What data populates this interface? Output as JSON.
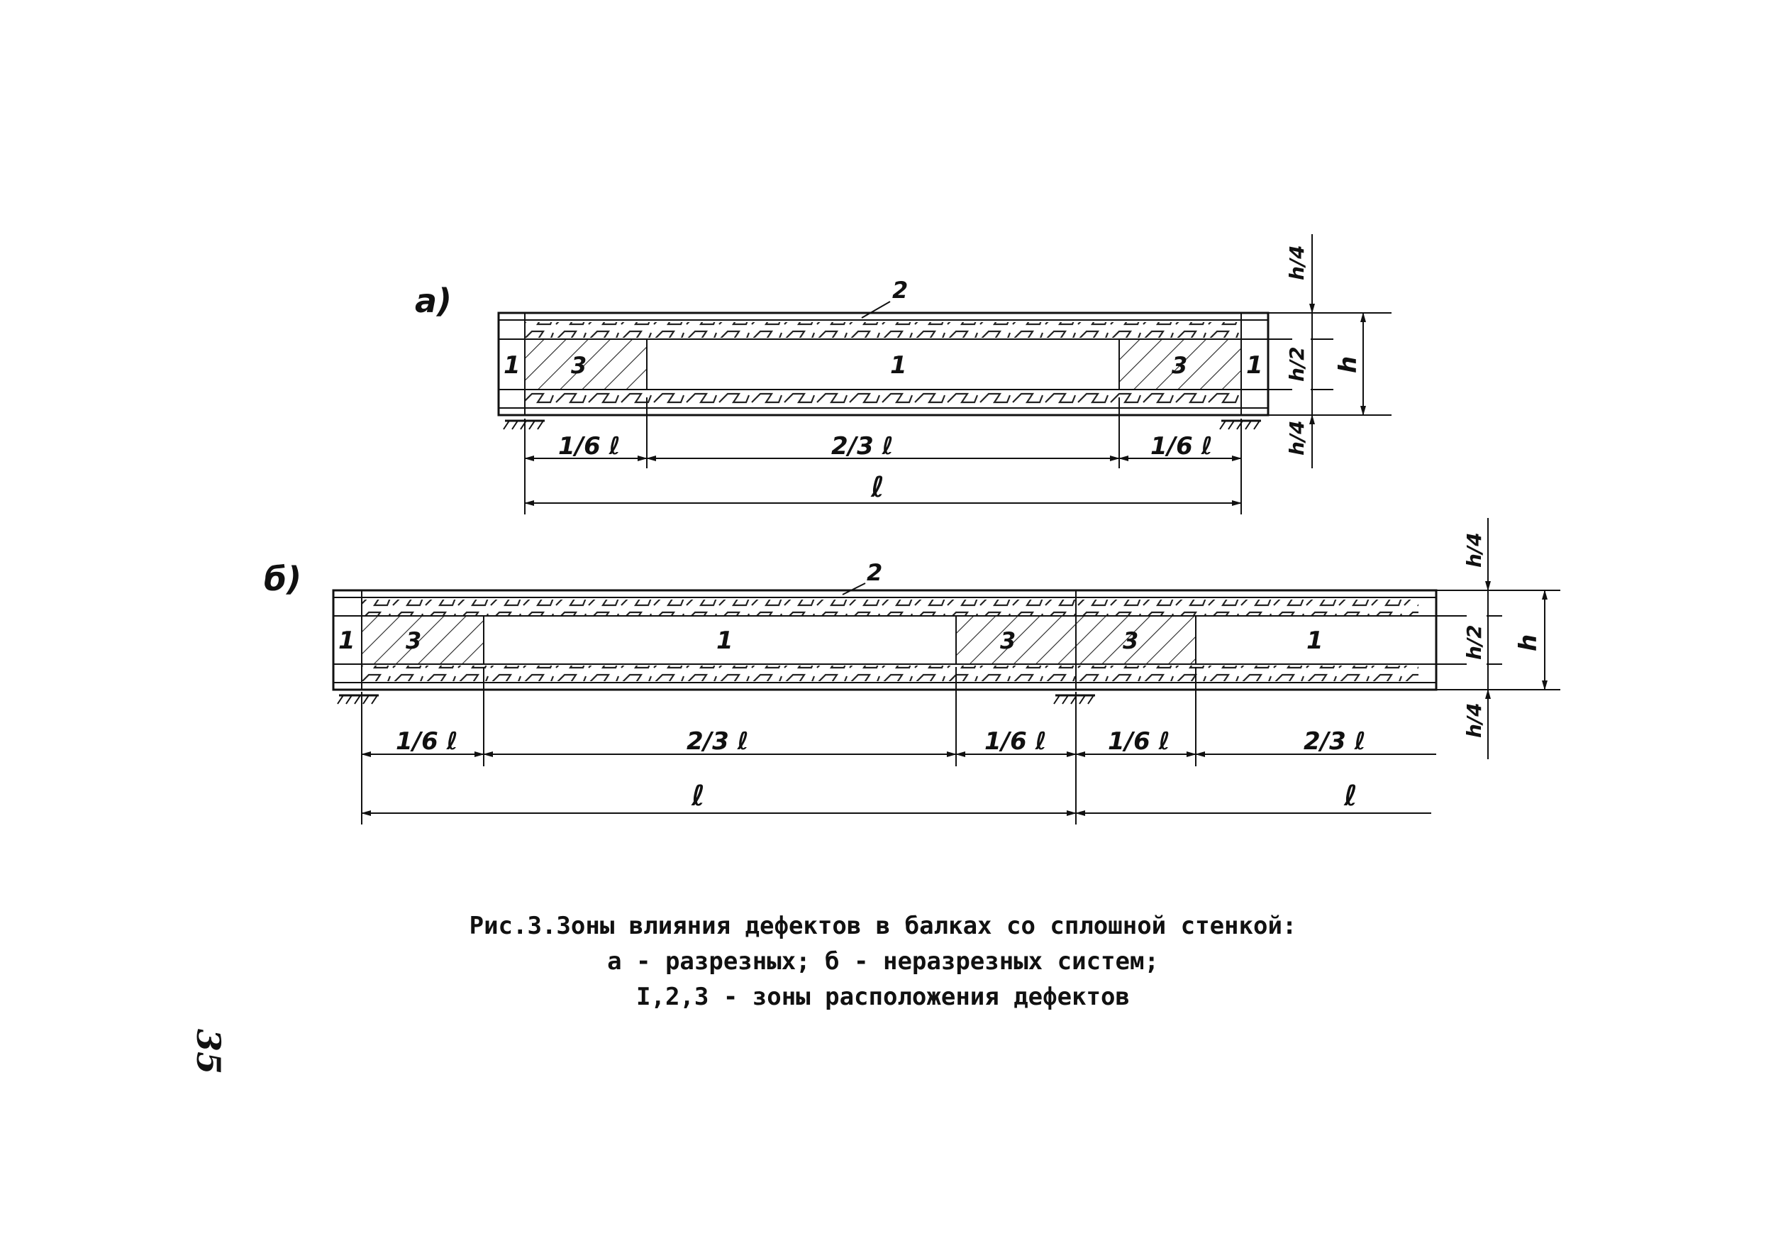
{
  "diagram_a": {
    "label": "а)",
    "zone_1": "1",
    "zone_2": "2",
    "zone_3": "3",
    "dim_sixth": "1/6 ℓ",
    "dim_two_thirds": "2/3 ℓ",
    "dim_total": "ℓ",
    "h_quarter": "h/4",
    "h_half": "h/2",
    "h_total": "h"
  },
  "diagram_b": {
    "label": "б)",
    "zone_1": "1",
    "zone_2": "2",
    "zone_3": "3",
    "dim_sixth": "1/6 ℓ",
    "dim_two_thirds": "2/3 ℓ",
    "dim_total": "ℓ",
    "h_quarter": "h/4",
    "h_half": "h/2",
    "h_total": "h"
  },
  "caption": {
    "line1": "Рис.3.Зоны влияния дефектов в балках со сплошной стенкой:",
    "line2": "а - разрезных; б - неразрезных систем;",
    "line3": "I,2,3 - зоны расположения дефектов"
  },
  "page_number": "35"
}
